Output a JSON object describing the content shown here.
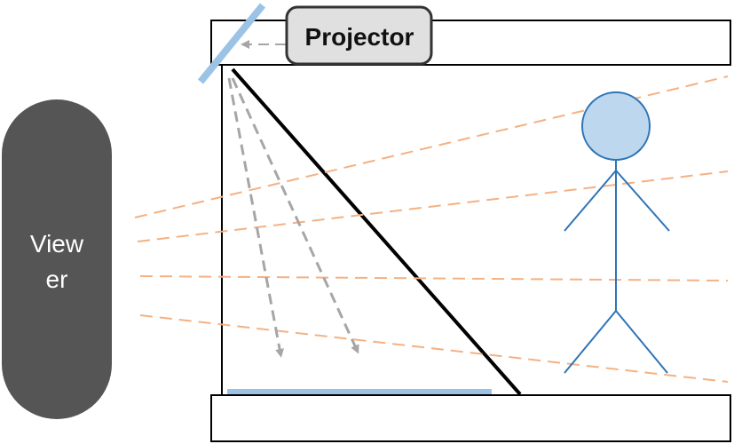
{
  "diagram": {
    "projector_label": "Projector",
    "viewer_label_line1": "View",
    "viewer_label_line2": "er"
  },
  "colors": {
    "viewer_fill": "#555555",
    "viewer_text": "#ffffff",
    "projector_box_fill": "#e0e0e0",
    "mirror_blue": "#9cc3e6",
    "figure_fill": "#bdd7ee",
    "figure_stroke": "#2e75b6",
    "ray_orange": "#f4b183",
    "projection_arrow_gray": "#a6a6a6",
    "frame_stroke": "#000000"
  }
}
